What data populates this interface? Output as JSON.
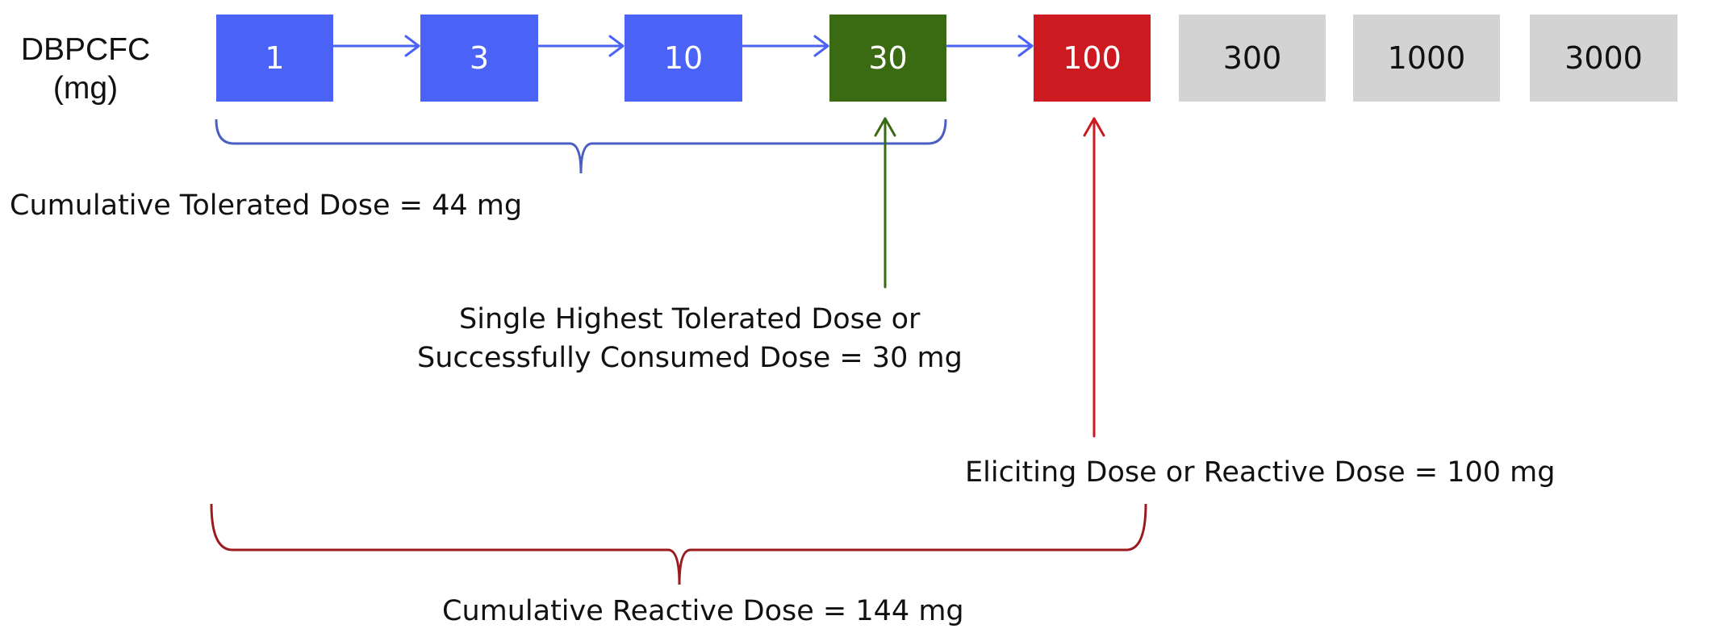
{
  "row_label": [
    "DBPCFC",
    "(mg)"
  ],
  "doses": [
    {
      "label": "1",
      "status": "tolerated",
      "color": "#4b62f6"
    },
    {
      "label": "3",
      "status": "tolerated",
      "color": "#4b62f6"
    },
    {
      "label": "10",
      "status": "tolerated",
      "color": "#4b62f6"
    },
    {
      "label": "30",
      "status": "highest-tolerated",
      "color": "#3a6b12"
    },
    {
      "label": "100",
      "status": "reactive",
      "color": "#cc1a20"
    },
    {
      "label": "300",
      "status": "not-given",
      "color": "#d3d3d3"
    },
    {
      "label": "1000",
      "status": "not-given",
      "color": "#d3d3d3"
    },
    {
      "label": "3000",
      "status": "not-given",
      "color": "#d3d3d3"
    }
  ],
  "annotations": {
    "cumulative_tolerated": "Cumulative Tolerated Dose = 44 mg",
    "single_highest_line1": "Single Highest Tolerated Dose or",
    "single_highest_line2": "Successfully Consumed Dose = 30 mg",
    "eliciting": "Eliciting Dose or Reactive Dose = 100 mg",
    "cumulative_reactive": "Cumulative Reactive Dose = 144 mg"
  },
  "colors": {
    "tolerated_blue": "#4b62f6",
    "bracket_blue": "#4a5fc1",
    "tolerated_green": "#3a6b12",
    "reactive_red": "#cc1a20",
    "bracket_red": "#9a1a1d",
    "not_given_grey": "#d3d3d3"
  }
}
